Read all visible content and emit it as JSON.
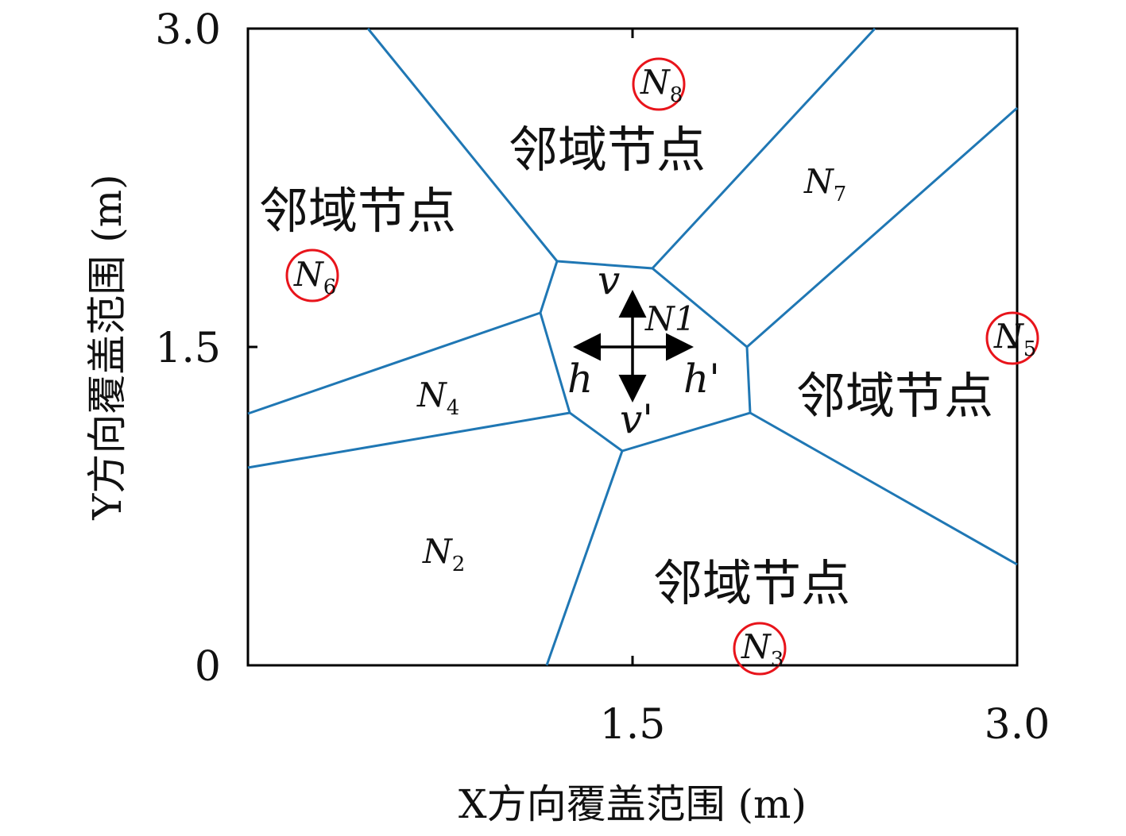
{
  "axes": {
    "x_title": "X方向覆盖范围 (m)",
    "y_title": "Y方向覆盖范围 (m)",
    "x_ticks": [
      "1.5",
      "3.0"
    ],
    "y_ticks": [
      "3.0",
      "1.5",
      "0"
    ]
  },
  "regions": {
    "label": "邻域节点"
  },
  "nodes": {
    "n1": "N1",
    "n2_main": "N",
    "n2_sub": "2",
    "n3_main": "N",
    "n3_sub": "3",
    "n4_main": "N",
    "n4_sub": "4",
    "n5_main": "N",
    "n5_sub": "5",
    "n6_main": "N",
    "n6_sub": "6",
    "n7_main": "N",
    "n7_sub": "7",
    "n8_main": "N",
    "n8_sub": "8"
  },
  "directions": {
    "v": "v",
    "v_prime": "v'",
    "h": "h",
    "h_prime": "h'"
  },
  "colors": {
    "cell_boundary": "#1f77b4",
    "highlight_ring": "#e8141b",
    "frame": "#000000"
  },
  "highlighted_nodes": [
    "N8",
    "N6",
    "N5",
    "N3"
  ]
}
